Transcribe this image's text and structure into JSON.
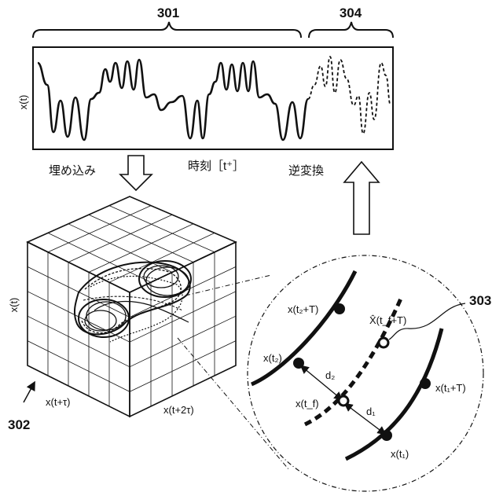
{
  "labels": {
    "ref_301": "301",
    "ref_304": "304",
    "ref_302": "302",
    "ref_303": "303",
    "y_axis_signal": "x(t)",
    "x_axis_time": "時刻［t⁺］",
    "embedding": "埋め込み",
    "inverse_transform": "逆変換",
    "cube_axis_vertical": "x(t)",
    "cube_axis_left": "x(t+τ)",
    "cube_axis_right": "x(t+2τ)",
    "point_t2": "x(t₂)",
    "point_t2_T": "x(t₂+T)",
    "point_tf": "x(t_f)",
    "point_tf_T_hat": "X̂(t_f+T)",
    "point_t1": "x(t₁)",
    "point_t1_T": "x(t₁+T)",
    "dist_d2": "d₂",
    "dist_d1": "d₁"
  }
}
